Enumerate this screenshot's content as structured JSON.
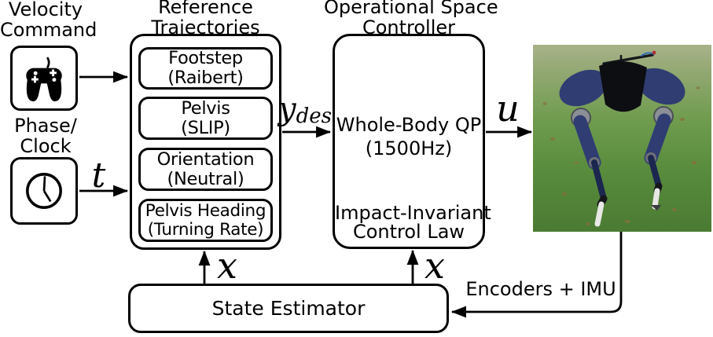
{
  "colors": {
    "ink": "#000000",
    "paper": "#ffffff",
    "robot_blue": "#2f3d73",
    "robot_dark": "#10121a",
    "grass_top": "#a9b28a",
    "grass_bottom": "#4b7b33"
  },
  "sources": {
    "velocity_command": {
      "line1": "Velocity",
      "line2": "Command",
      "icon": "gamepad-icon"
    },
    "phase_clock": {
      "line1": "Phase/",
      "line2": "Clock",
      "icon": "clock-icon"
    }
  },
  "reference_trajectories": {
    "title_line1": "Reference",
    "title_line2": "Trajectories",
    "blocks": [
      {
        "line1": "Footstep",
        "line2": "(Raibert)"
      },
      {
        "line1": "Pelvis",
        "line2": "(SLIP)"
      },
      {
        "line1": "Orientation",
        "line2": "(Neutral)"
      },
      {
        "line1": "Pelvis Heading",
        "line2": "(Turning Rate)"
      }
    ]
  },
  "operational_space_controller": {
    "title_line1": "Operational Space",
    "title_line2": "Controller",
    "qp_line1": "Whole-Body QP",
    "qp_line2": "(1500Hz)",
    "law_line1": "Impact-Invariant",
    "law_line2": "Control Law"
  },
  "state_estimator": {
    "label": "State Estimator"
  },
  "robot": {
    "image": "cassie-robot-photo"
  },
  "signals": {
    "time": "t",
    "desired_output_base": "y",
    "desired_output_sub": "des",
    "control_input": "u",
    "state_to_reference": "x",
    "state_to_osc": "x",
    "feedback_label": "Encoders + IMU"
  }
}
